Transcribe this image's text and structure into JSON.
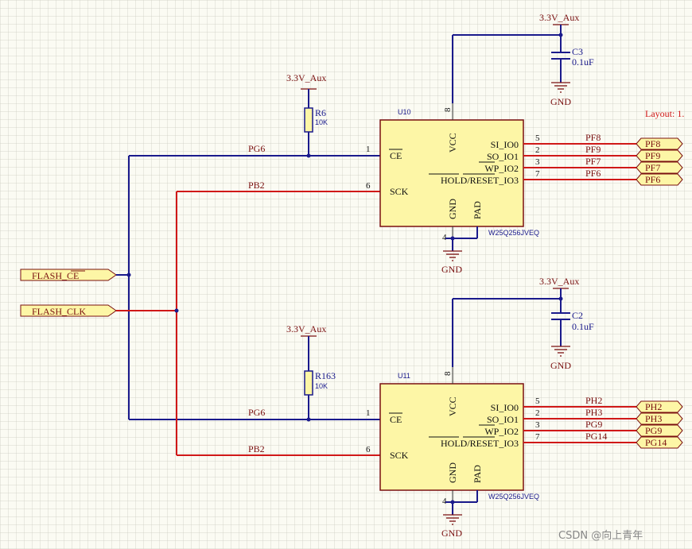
{
  "layout_note": "Layout: 1.",
  "watermark": "CSDN @向上青年",
  "power": {
    "net": "3.3V_Aux",
    "gnd": "GND"
  },
  "ports": {
    "ce": "FLASH_CE",
    "clk": "FLASH_CLK"
  },
  "resistors": [
    {
      "ref": "R6",
      "value": "10K"
    },
    {
      "ref": "R163",
      "value": "10K"
    }
  ],
  "capacitors": [
    {
      "ref": "C3",
      "value": "0.1uF"
    },
    {
      "ref": "C2",
      "value": "0.1uF"
    }
  ],
  "chips": [
    {
      "ref": "U10",
      "part": "W25Q256JVEQ",
      "ce_net": "PG6",
      "sck_net": "PB2",
      "ce_pin": "1",
      "sck_pin": "6",
      "vcc_pin": "8",
      "gnd_pin": "4",
      "pins": {
        "ce": "CE",
        "sck": "SCK",
        "vcc": "VCC",
        "gnd": "GND",
        "pad": "PAD",
        "io0": "SI_IO0",
        "io1": "SO_IO1",
        "io2_a": "WP",
        "io2_b": "_IO2",
        "io3_a": "HOLD",
        "io3_b": "/",
        "io3_c": "RESET",
        "io3_d": "_IO3"
      },
      "io": [
        {
          "pin": "5",
          "net": "PF8",
          "port": "PF8"
        },
        {
          "pin": "2",
          "net": "PF9",
          "port": "PF9"
        },
        {
          "pin": "3",
          "net": "PF7",
          "port": "PF7"
        },
        {
          "pin": "7",
          "net": "PF6",
          "port": "PF6"
        }
      ]
    },
    {
      "ref": "U11",
      "part": "W25Q256JVEQ",
      "ce_net": "PG6",
      "sck_net": "PB2",
      "ce_pin": "1",
      "sck_pin": "6",
      "vcc_pin": "8",
      "gnd_pin": "4",
      "pins": {
        "ce": "CE",
        "sck": "SCK",
        "vcc": "VCC",
        "gnd": "GND",
        "pad": "PAD",
        "io0": "SI_IO0",
        "io1": "SO_IO1",
        "io2_a": "WP",
        "io2_b": "_IO2",
        "io3_a": "HOLD",
        "io3_b": "/",
        "io3_c": "RESET",
        "io3_d": "_IO3"
      },
      "io": [
        {
          "pin": "5",
          "net": "PH2",
          "port": "PH2"
        },
        {
          "pin": "2",
          "net": "PH3",
          "port": "PH3"
        },
        {
          "pin": "3",
          "net": "PG9",
          "port": "PG9"
        },
        {
          "pin": "7",
          "net": "PG14",
          "port": "PG14"
        }
      ]
    }
  ],
  "colors": {
    "blue_wire": "#1a1a8c",
    "red_wire": "#d01818",
    "chip_fill": "#fdf6a6",
    "outline": "#7a1010"
  }
}
